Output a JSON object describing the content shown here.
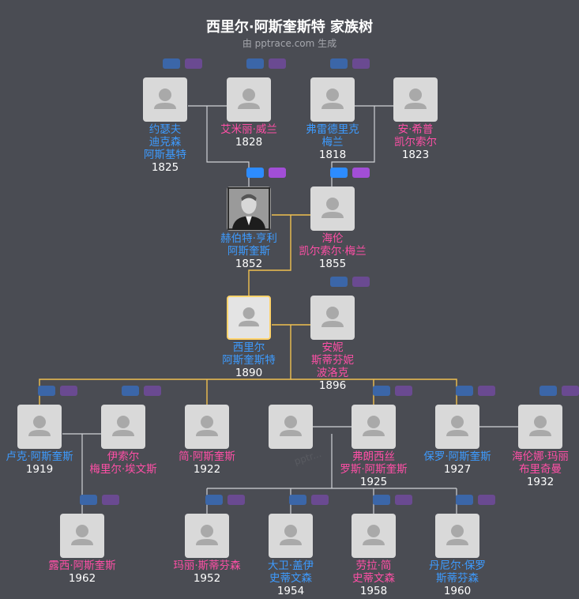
{
  "header": {
    "title": "西里尔·阿斯奎斯特 家族树",
    "subtitle": "由 pptrace.com 生成",
    "watermark": "pptr..."
  },
  "colors": {
    "bg": "#4a4c53",
    "male": "#3d9bff",
    "female": "#ff4fa6",
    "link": "#d0d2d6",
    "highlight": "#f0c050"
  },
  "people": {
    "joseph": {
      "name": [
        "约瑟夫",
        "迪克森",
        "阿斯基特"
      ],
      "year": "1825",
      "gender": "m"
    },
    "emily": {
      "name": [
        "艾米丽·威兰"
      ],
      "year": "1828",
      "gender": "f"
    },
    "frederick": {
      "name": [
        "弗雷德里克",
        "梅兰"
      ],
      "year": "1818",
      "gender": "m"
    },
    "ann": {
      "name": [
        "安·希普",
        "凯尔索尔"
      ],
      "year": "1823",
      "gender": "f"
    },
    "herbert": {
      "name": [
        "赫伯特·亨利",
        "阿斯奎斯"
      ],
      "year": "1852",
      "gender": "m"
    },
    "helen": {
      "name": [
        "海伦",
        "凯尔索尔·梅兰"
      ],
      "year": "1855",
      "gender": "f"
    },
    "cyril": {
      "name": [
        "西里尔",
        "阿斯奎斯特"
      ],
      "year": "1890",
      "gender": "m"
    },
    "anne": {
      "name": [
        "安妮",
        "斯蒂芬妮",
        "波洛克"
      ],
      "year": "1896",
      "gender": "f"
    },
    "luke": {
      "name": [
        "卢克·阿斯奎斯"
      ],
      "year": "1919",
      "gender": "m"
    },
    "isolde": {
      "name": [
        "伊索尔",
        "梅里尔·埃文斯"
      ],
      "year": "",
      "gender": "f"
    },
    "jane": {
      "name": [
        "简·阿斯奎斯"
      ],
      "year": "1922",
      "gender": "f"
    },
    "unknown": {
      "name": [
        ""
      ],
      "year": "",
      "gender": "m"
    },
    "frances": {
      "name": [
        "弗朗西丝",
        "罗斯·阿斯奎斯"
      ],
      "year": "1925",
      "gender": "f"
    },
    "paul": {
      "name": [
        "保罗·阿斯奎斯"
      ],
      "year": "1927",
      "gender": "m"
    },
    "helena": {
      "name": [
        "海伦娜·玛丽",
        "布里奇曼"
      ],
      "year": "1932",
      "gender": "f"
    },
    "lucy": {
      "name": [
        "露西·阿斯奎斯"
      ],
      "year": "1962",
      "gender": "f"
    },
    "mary": {
      "name": [
        "玛丽·斯蒂芬森"
      ],
      "year": "1952",
      "gender": "f"
    },
    "david": {
      "name": [
        "大卫·盖伊",
        "史蒂文森"
      ],
      "year": "1954",
      "gender": "m"
    },
    "laura": {
      "name": [
        "劳拉·简",
        "史蒂文森"
      ],
      "year": "1958",
      "gender": "f"
    },
    "daniel": {
      "name": [
        "丹尼尔·保罗",
        "斯蒂芬森"
      ],
      "year": "1960",
      "gender": "m"
    }
  }
}
